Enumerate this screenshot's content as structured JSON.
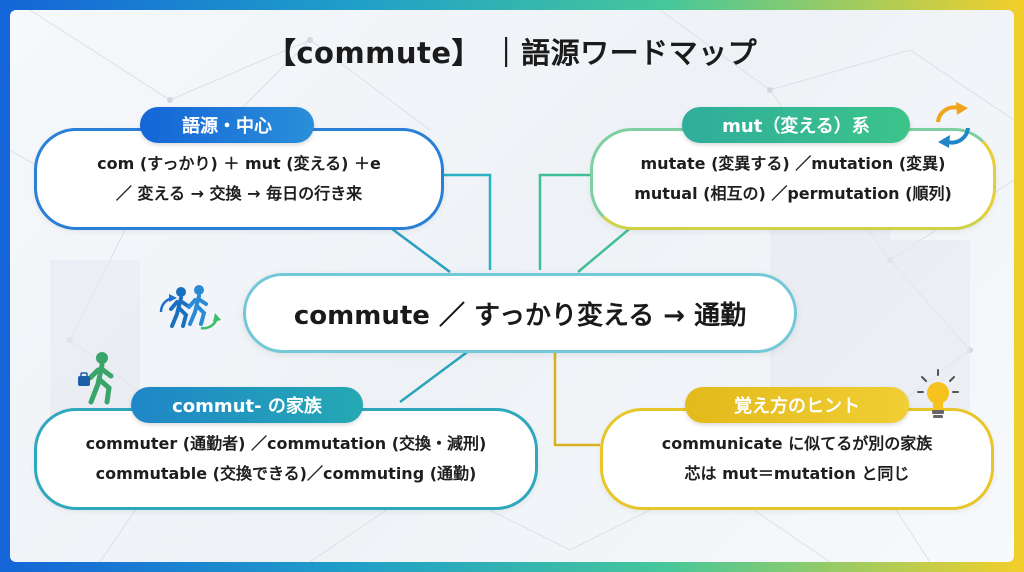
{
  "title": "【commute】 ｜語源ワードマップ",
  "center": {
    "text": "commute ／ すっかり変える → 通勤"
  },
  "nodes": {
    "origin": {
      "label": "語源・中心",
      "line1": "com (すっかり) ＋ mut (変える) ＋e",
      "line2": "／ 変える → 交換 → 毎日の行き来"
    },
    "mut": {
      "label": "mut（変える）系",
      "line1": "mutate (変異する) ／mutation (変異)",
      "line2": "mutual (相互の) ／permutation (順列)"
    },
    "family": {
      "label": "commut- の家族",
      "line1": "commuter (通勤者) ／commutation (交換・減刑)",
      "line2": "commutable (交換できる)／commuting (通勤)"
    },
    "hint": {
      "label": "覚え方のヒント",
      "line1": "communicate に似てるが別の家族",
      "line2": "芯は mut＝mutation と同じ"
    }
  },
  "icons": [
    "commuters-icon",
    "exchange-arrows-icon",
    "walking-commuter-icon",
    "lightbulb-icon"
  ],
  "colors": {
    "blue": "#1f6fd1",
    "teal": "#25a9b3",
    "green": "#35b89a",
    "yellow": "#e9c21c",
    "center_border": "#72c8d6"
  }
}
